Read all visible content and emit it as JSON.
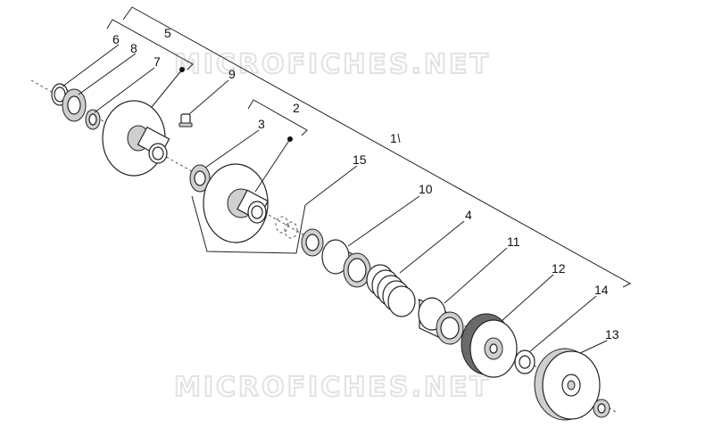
{
  "watermarks": [
    "MICROFICHES.NET",
    "MICROFICHES.NET"
  ],
  "callouts": [
    "6",
    "8",
    "5",
    "7",
    "9",
    "3",
    "2",
    "1",
    "15",
    "10",
    "4",
    "11",
    "12",
    "14",
    "13"
  ]
}
